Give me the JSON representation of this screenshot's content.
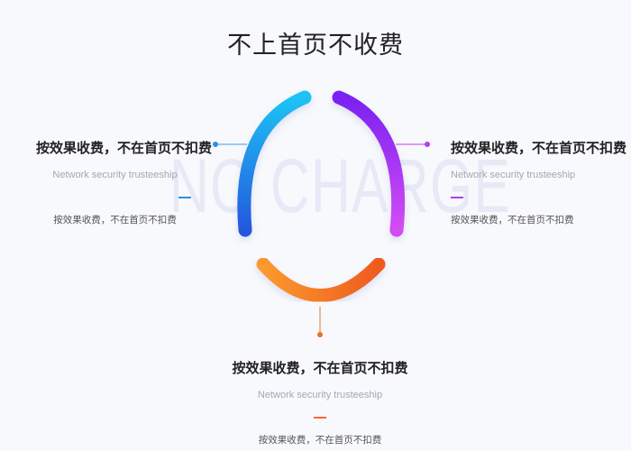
{
  "page": {
    "title": "不上首页不收费",
    "watermark": "NO CHARGE"
  },
  "features": {
    "left": {
      "heading": "按效果收费，不在首页不扣费",
      "subtitle": "Network security trusteeship",
      "description": "按效果收费，不在首页不扣费"
    },
    "right": {
      "heading": "按效果收费，不在首页不扣费",
      "subtitle": "Network security trusteeship",
      "description": "按效果收费，不在首页不扣费"
    },
    "bottom": {
      "heading": "按效果收费，不在首页不扣费",
      "subtitle": "Network security trusteeship",
      "description": "按效果收费，不在首页不扣费"
    }
  },
  "colors": {
    "background": "#f8f9fd",
    "left_arc_start": "#1fc3f5",
    "left_arc_end": "#2158de",
    "right_arc_start": "#7a22f2",
    "right_arc_end": "#d34cf5",
    "bottom_arc_start": "#fb9a2e",
    "bottom_arc_end": "#ee5b1f"
  }
}
